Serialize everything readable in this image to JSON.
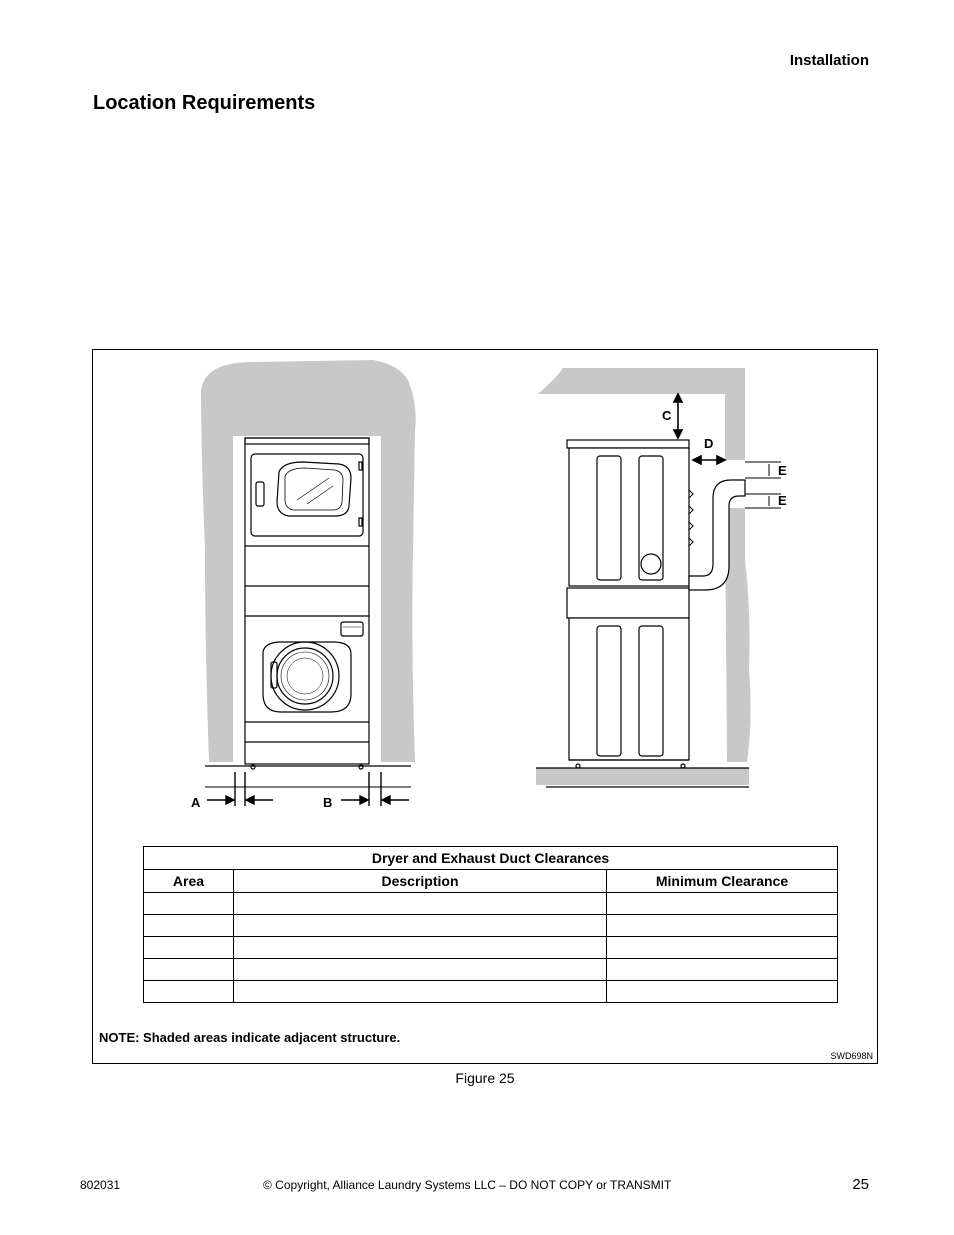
{
  "header": {
    "section": "Installation"
  },
  "page_title": "Location Requirements",
  "figure": {
    "labels": {
      "a": "A",
      "b": "B",
      "c": "C",
      "d": "D",
      "e1": "E",
      "e2": "E"
    },
    "note": "NOTE: Shaded areas indicate adjacent structure.",
    "code": "SWD698N",
    "caption": "Figure 25",
    "colors": {
      "structure": "#c8c8c8",
      "line": "#000000"
    }
  },
  "table": {
    "title": "Dryer and Exhaust Duct Clearances",
    "columns": [
      "Area",
      "Description",
      "Minimum Clearance"
    ],
    "rows": [
      [
        "",
        "",
        ""
      ],
      [
        "",
        "",
        ""
      ],
      [
        "",
        "",
        ""
      ],
      [
        "",
        "",
        ""
      ],
      [
        "",
        "",
        ""
      ]
    ]
  },
  "footer": {
    "doc_number": "802031",
    "copyright": "© Copyright, Alliance Laundry Systems LLC – DO NOT COPY or TRANSMIT",
    "page_number": "25"
  }
}
